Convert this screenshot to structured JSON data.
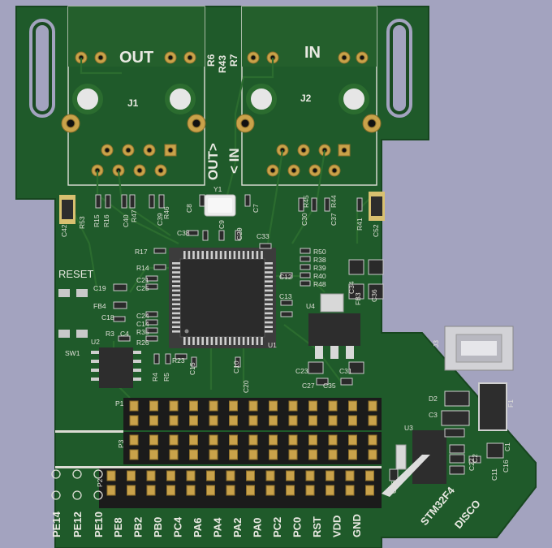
{
  "board": {
    "colors": {
      "background": "#a3a3bf",
      "soldermask": "#1f5a2a",
      "soldermask_light": "#2c6a33",
      "copper_trace": "#2b6c2f",
      "gold": "#c9a24a",
      "silkscreen": "#e9e9e2",
      "chip": "#2d2d2d",
      "header": "#202020"
    },
    "labels": {
      "out": "OUT",
      "in": "IN",
      "out_arrow": "OUT>",
      "in_arrow": "< IN",
      "j1": "J1",
      "j2": "J2",
      "r6": "R6",
      "r43": "R43",
      "r7": "R7",
      "y1": "Y1",
      "reset": "RESET",
      "sw1": "SW1",
      "u1": "U1",
      "u2": "U2",
      "u3": "U3",
      "u4": "U4",
      "j3": "J3",
      "p1": "P1",
      "p2": "P2",
      "p3": "P3",
      "f1": "F1",
      "d2": "D2",
      "fb3": "FB3",
      "fb4": "FB4",
      "brand_line1": "STM32F4",
      "brand_line2": "DISCO"
    },
    "ref_left": [
      "C42",
      "R53",
      "R15",
      "R16",
      "C40",
      "R47",
      "C39",
      "R46",
      "R17",
      "R14",
      "C21",
      "C25",
      "C19",
      "C18",
      "C24",
      "C14",
      "R35",
      "R26",
      "R3",
      "C4",
      "R4",
      "R5",
      "R23",
      "C15",
      "C20",
      "C38",
      "C29",
      "C33",
      "C12",
      "C13",
      "C10",
      "C8",
      "C9",
      "C7",
      "C30",
      "R45",
      "C37",
      "R44",
      "R41",
      "C52"
    ],
    "ref_right": [
      "R50",
      "R38",
      "R39",
      "R40",
      "R48",
      "C34",
      "C36",
      "C23",
      "C27",
      "C31",
      "C35",
      "C22",
      "C11",
      "C16",
      "C1",
      "C2",
      "C26",
      "C3"
    ],
    "pin_labels": [
      "PE8",
      "PB2",
      "PB0",
      "PC4",
      "PA6",
      "PA4",
      "PA2",
      "PA0",
      "PC2",
      "PC0",
      "RST",
      "VDD",
      "GND"
    ],
    "pin_labels_diag": [
      "PE14",
      "PE12",
      "PE10"
    ]
  }
}
